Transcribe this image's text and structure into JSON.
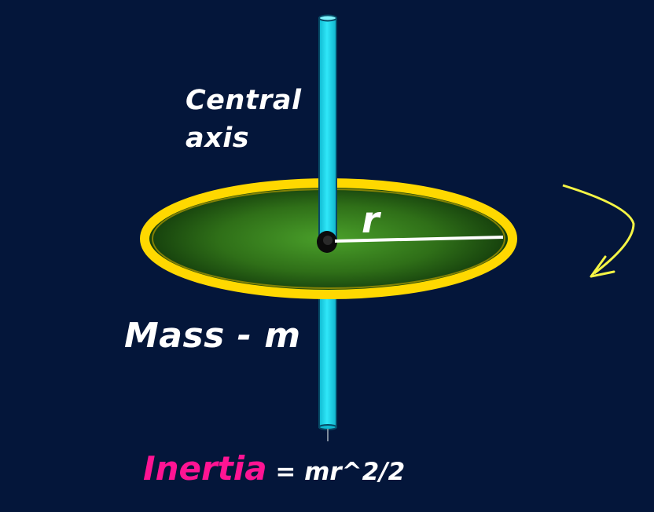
{
  "diagram": {
    "axis_label": "Central\naxis",
    "radius_label": "r",
    "mass_label": "Mass - m",
    "formula": {
      "term": "Inertia",
      "expression": " = mr^2/2"
    }
  },
  "colors": {
    "background": "#04163a",
    "axis_rod": "#18d8ee",
    "disk_fill_center": "#4aa02a",
    "disk_fill_edge": "#143d0c",
    "disk_rim": "#ffd800",
    "rotation_arrow": "#f5f545",
    "formula_term": "#ff1493",
    "text": "#ffffff"
  },
  "icons": {
    "rotation": "curved-rotation-arrow-icon"
  }
}
